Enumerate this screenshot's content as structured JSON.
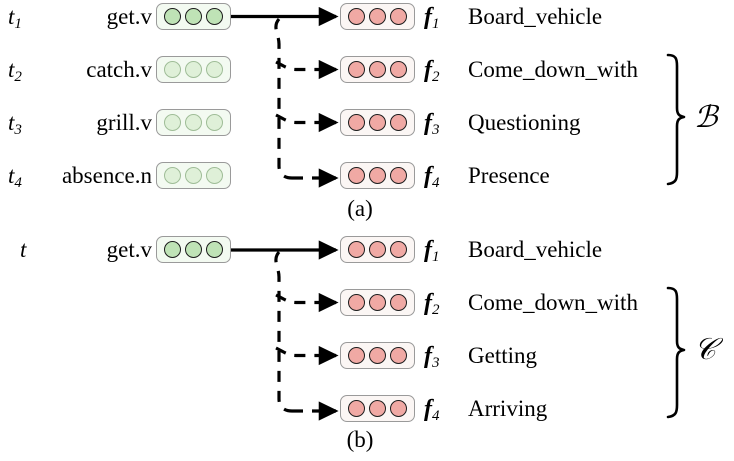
{
  "figure": {
    "caption_a": "(a)",
    "caption_b": "(b)",
    "set_label_a": "ℬ",
    "set_label_b": "𝒞"
  },
  "colors": {
    "target_vector_fill": "#bfe3b6",
    "target_vector_fill_pale": "#dff0d8",
    "frame_vector_fill": "#f0a9a4",
    "box_border": "#9a9a9a",
    "edge_color": "#000000"
  },
  "panel_a": {
    "targets": [
      {
        "id": "t",
        "sub": "1",
        "word": "get.v",
        "vector_name": "target-vector",
        "pale": false
      },
      {
        "id": "t",
        "sub": "2",
        "word": "catch.v",
        "vector_name": "target-vector",
        "pale": true
      },
      {
        "id": "t",
        "sub": "3",
        "word": "grill.v",
        "vector_name": "target-vector",
        "pale": true
      },
      {
        "id": "t",
        "sub": "4",
        "word": "absence.n",
        "vector_name": "target-vector",
        "pale": true
      }
    ],
    "frames": [
      {
        "id": "f",
        "sub": "1",
        "name": "Board_vehicle",
        "edge": "solid"
      },
      {
        "id": "f",
        "sub": "2",
        "name": "Come_down_with",
        "edge": "dashed"
      },
      {
        "id": "f",
        "sub": "3",
        "name": "Questioning",
        "edge": "dashed"
      },
      {
        "id": "f",
        "sub": "4",
        "name": "Presence",
        "edge": "dashed"
      }
    ],
    "brace_covers": [
      "f2",
      "f3",
      "f4"
    ]
  },
  "panel_b": {
    "targets": [
      {
        "id": "t",
        "sub": "",
        "word": "get.v",
        "vector_name": "target-vector",
        "pale": false
      }
    ],
    "frames": [
      {
        "id": "f",
        "sub": "1",
        "name": "Board_vehicle",
        "edge": "solid"
      },
      {
        "id": "f",
        "sub": "2",
        "name": "Come_down_with",
        "edge": "dashed"
      },
      {
        "id": "f",
        "sub": "3",
        "name": "Getting",
        "edge": "dashed"
      },
      {
        "id": "f",
        "sub": "4",
        "name": "Arriving",
        "edge": "dashed"
      }
    ],
    "brace_covers": [
      "f2",
      "f3",
      "f4"
    ]
  },
  "vector_dots": 3
}
